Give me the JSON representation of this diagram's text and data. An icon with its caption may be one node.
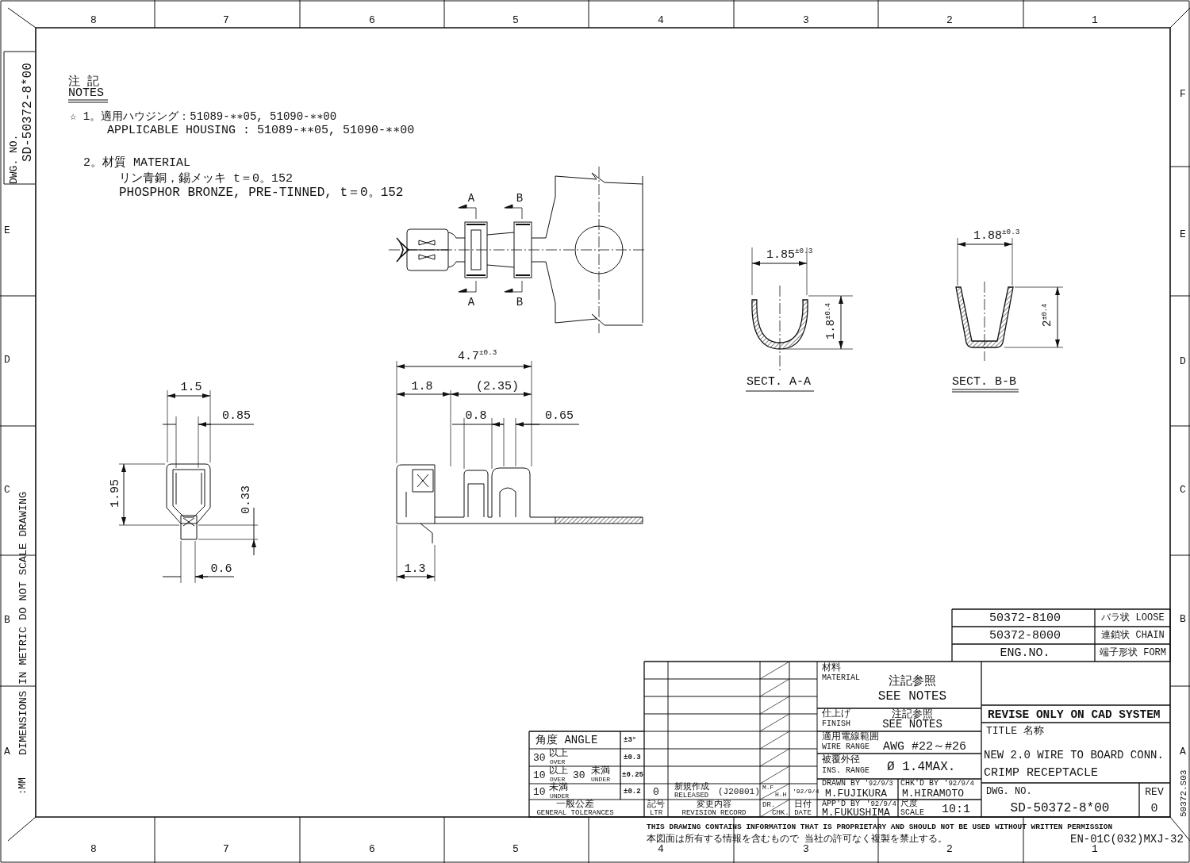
{
  "diagram": {
    "labels": [
      "8",
      "7",
      "6",
      "5",
      "4",
      "3",
      "2",
      "1",
      "E",
      "D",
      "C",
      "B",
      "A",
      "F",
      "E",
      "D",
      "C",
      "B",
      "A",
      "DWG. NO.",
      "SD-50372-8*00",
      ":MM",
      "DIMENSIONS IN METRIC DO NOT SCALE DRAWING",
      "注 記",
      "NOTES",
      "☆ 1。適用ハウジング：51089-∗∗05, 51090-∗∗00",
      "APPLICABLE HOUSING : 51089-∗∗05, 51090-∗∗00",
      "2。材質 MATERIAL",
      "リン青銅，錫メッキ t＝0。152",
      "PHOSPHOR BRONZE, PRE-TINNED, t＝0。152",
      "A",
      "B",
      "A",
      "B",
      "1.85$^{±0.3}$",
      "1.8$^{±0.4}$",
      "SECT. A-A",
      "1.88$^{±0.3}$",
      "2$^{±0.4}$",
      "SECT. B-B",
      "4.7$^{±0.3}$",
      "1.5",
      "1.8",
      "(2.35)",
      "0.85",
      "0.8",
      "0.65",
      "1.95",
      "0.33",
      "0.6",
      "1.3",
      "50372-8100",
      "バラ状 LOOSE",
      "50372-8000",
      "連鎖状 CHAIN",
      "ENG.NO.",
      "端子形状 FORM",
      "材料",
      "MATERIAL",
      "注記参照",
      "SEE NOTES",
      "仕上げ",
      "FINISH",
      "注記参照",
      "SEE NOTES",
      "適用電線範囲",
      "WIRE RANGE",
      "AWG #22～#26",
      "被覆外径",
      "INS. RANGE",
      "Ø 1.4MAX.",
      "DRAWN BY",
      "'92/9/3",
      "M.FUJIKURA",
      "CHK'D BY",
      "'92/9/4",
      "M.HIRAMOTO",
      "APP'D BY",
      "'92/9/4",
      "M.FUKUSHIMA",
      "尺度",
      "SCALE",
      "10:1",
      "REVISE ONLY ON CAD SYSTEM",
      "TITLE 名称",
      "NEW 2.0 WIRE TO BOARD CONN.",
      "CRIMP RECEPTACLE",
      "DWG. NO.",
      "REV",
      "SD-50372-8*00",
      "0",
      "角度 ANGLE",
      "±3°",
      "30",
      "以上",
      "OVER",
      "±0.3",
      "10",
      "以上",
      "OVER",
      "30",
      "未満",
      "UNDER",
      "±0.25",
      "10",
      "未満",
      "UNDER",
      "±0.2",
      "一般公差",
      "GENERAL TOLERANCES",
      "0",
      "新規作成",
      "RELEASED",
      "(J20801)",
      "M.F",
      "H.H",
      "'92/9/4",
      "記号",
      "LTR",
      "変更内容",
      "REVISION RECORD",
      "DR.",
      "CHK.",
      "日付",
      "DATE",
      "THIS DRAWING CONTAINS INFORMATION THAT IS PROPRIETARY AND SHOULD NOT BE USED WITHOUT WRITTEN PERMISSION",
      "本図面は所有する情報を含むもので 当社の許可なく複製を禁止する。",
      "EN-01C(032)MXJ-32",
      "50372.S03",
      "8",
      "7",
      "6",
      "5",
      "4",
      "3",
      "2",
      "1"
    ]
  }
}
